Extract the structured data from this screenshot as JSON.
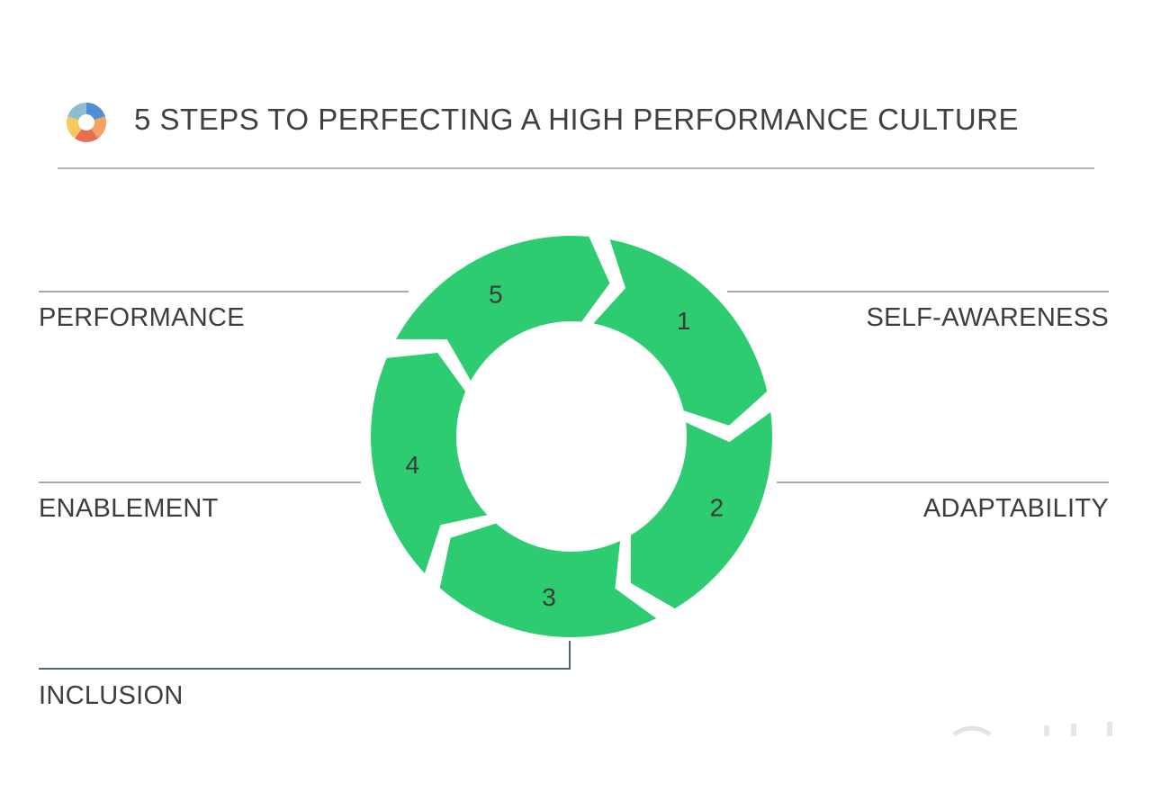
{
  "title": "5 STEPS TO PERFECTING A HIGH PERFORMANCE CULTURE",
  "colors": {
    "segment": "#2ecc71",
    "text": "#3d3d3d",
    "rule": "#a9a9a9",
    "callout": "#536570",
    "logo": [
      "#4f8fd6",
      "#f4a261",
      "#e76f51",
      "#f6c85f",
      "#8fbcd4"
    ]
  },
  "steps": [
    {
      "number": "1",
      "label": "SELF-AWARENESS"
    },
    {
      "number": "2",
      "label": "ADAPTABILITY"
    },
    {
      "number": "3",
      "label": "INCLUSION"
    },
    {
      "number": "4",
      "label": "ENABLEMENT"
    },
    {
      "number": "5",
      "label": "PERFORMANCE"
    }
  ]
}
